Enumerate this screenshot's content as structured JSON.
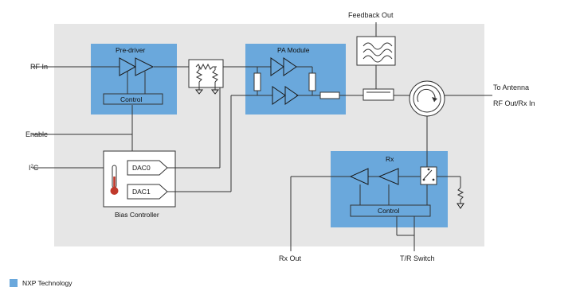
{
  "labels": {
    "rf_in": "RF In",
    "enable": "Enable",
    "i2c_base": "I",
    "i2c_sup": "2",
    "i2c_tail": "C",
    "feedback_out": "Feedback Out",
    "to_antenna": "To Antenna",
    "rf_out_rx_in": "RF Out/Rx In",
    "rx_out": "Rx Out",
    "tr_switch": "T/R Switch"
  },
  "blocks": {
    "pre_driver": "Pre-driver",
    "pre_driver_control": "Control",
    "pa_module": "PA Module",
    "rx": "Rx",
    "rx_control": "Control",
    "bias_controller": "Bias Controller",
    "dac0": "DAC0",
    "dac1": "DAC1"
  },
  "legend": {
    "label": "NXP Technology",
    "color": "#6aa8dc"
  },
  "colors": {
    "board": "#e6e6e6",
    "nxp_block": "#6aa8dc"
  }
}
